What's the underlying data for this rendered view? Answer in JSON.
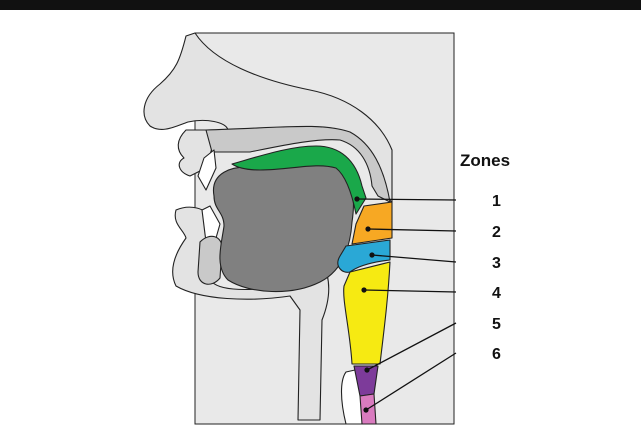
{
  "diagram": {
    "title": "Zones",
    "zones": [
      {
        "label": "1",
        "color": "#1aa84a"
      },
      {
        "label": "2",
        "color": "#f7a823"
      },
      {
        "label": "3",
        "color": "#2aa8d6"
      },
      {
        "label": "4",
        "color": "#f6ea12"
      },
      {
        "label": "5",
        "color": "#7d3b9a"
      },
      {
        "label": "6",
        "color": "#d97bbf"
      }
    ],
    "colors": {
      "background_panel": "#e9e9e9",
      "tissue": "#e3e3e3",
      "tongue": "#808080",
      "palate": "#c9c9c9",
      "top_rule": "#111111"
    }
  }
}
